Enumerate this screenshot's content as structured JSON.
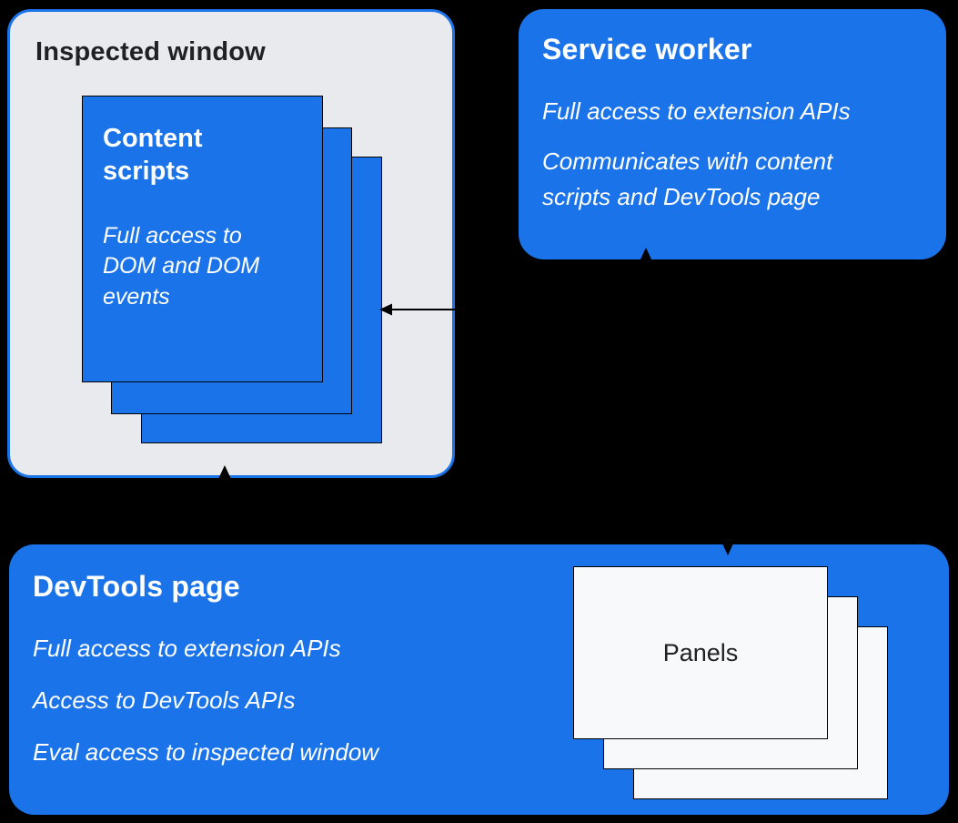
{
  "colors": {
    "background": "#000000",
    "brand_blue": "#1a73e8",
    "inspected_window_bg": "#e8eaed",
    "panel_card_bg": "#f8f9fa",
    "text_dark": "#202124",
    "text_light": "#ffffff",
    "arrow": "#000000"
  },
  "inspected_window": {
    "title": "Inspected window",
    "content_scripts": {
      "title": "Content scripts",
      "description": "Full access to DOM and DOM events"
    }
  },
  "service_worker": {
    "title": "Service worker",
    "paragraphs": [
      "Full access to extension APIs",
      "Communicates with content scripts and DevTools page"
    ]
  },
  "devtools_page": {
    "title": "DevTools page",
    "paragraphs": [
      "Full access to extension APIs",
      "Access to DevTools APIs",
      "Eval access to inspected window"
    ],
    "panels_label": "Panels"
  },
  "arrows": [
    {
      "name": "arrow-into-content-scripts",
      "direction": "left"
    },
    {
      "name": "arrow-into-inspected-window",
      "direction": "up"
    },
    {
      "name": "arrow-into-service-worker",
      "direction": "up"
    },
    {
      "name": "arrow-into-devtools-page",
      "direction": "down"
    }
  ]
}
